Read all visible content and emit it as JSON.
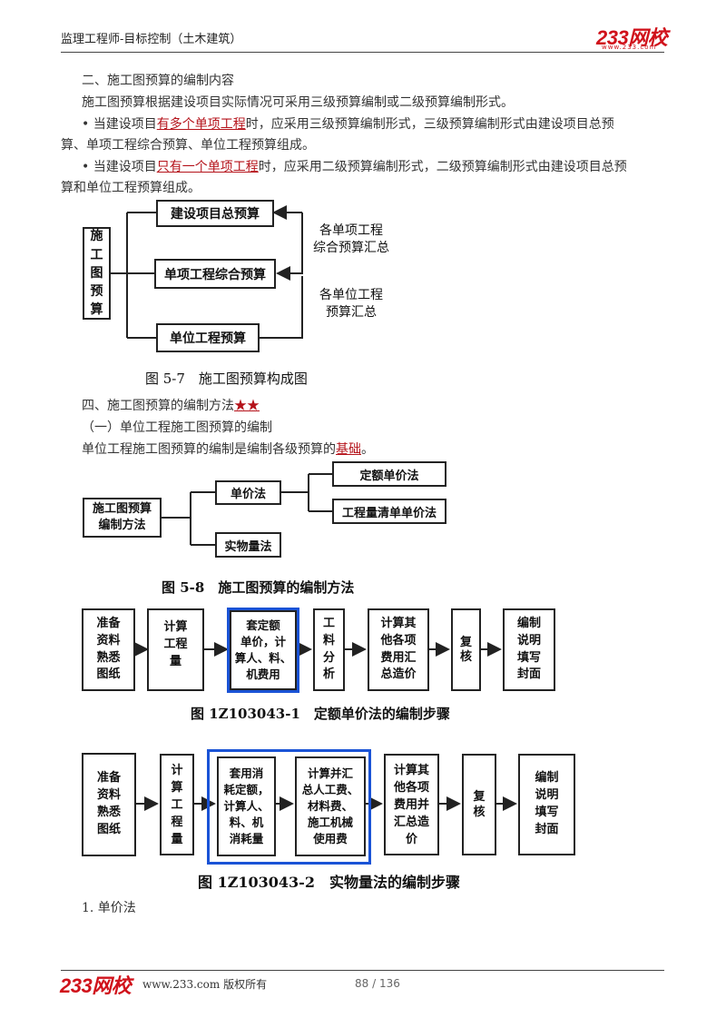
{
  "header": {
    "title": "监理工程师-目标控制（土木建筑）",
    "brand": "233网校",
    "brand_url": "www.233.com"
  },
  "section2": {
    "heading": "二、施工图预算的编制内容",
    "intro": "施工图预算根据建设项目实际情况可采用三级预算编制或二级预算编制形式。",
    "bullet1_pre": "• 当建设项目",
    "bullet1_hl": "有多个单项工程",
    "bullet1_post": "时，应采用三级预算编制形式，三级预算编制形式由建设项目总预",
    "bullet1_line2": "算、单项工程综合预算、单位工程预算组成。",
    "bullet2_pre": "• 当建设项目",
    "bullet2_hl": "只有一个单项工程",
    "bullet2_post": "时，应采用二级预算编制形式，二级预算编制形式由建设项目总预",
    "bullet2_line2": "算和单位工程预算组成。"
  },
  "fig57": {
    "left_chars": [
      "施",
      "工",
      "图",
      "预",
      "算"
    ],
    "box_top": "建设项目总预算",
    "box_mid": "单项工程综合预算",
    "box_bot": "单位工程预算",
    "label_upper_1": "各单项工程",
    "label_upper_2": "综合预算汇总",
    "label_lower_1": "各单位工程",
    "label_lower_2": "预算汇总",
    "caption": "图 5-7　施工图预算构成图"
  },
  "section4": {
    "heading_text": "四、施工图预算的编制方法",
    "heading_stars": "★★",
    "sub1": "（一）单位工程施工图预算的编制",
    "line_pre": "单位工程施工图预算的编制是编制各级预算的",
    "line_hl": "基础",
    "line_post": "。"
  },
  "fig58": {
    "root_1": "施工图预算",
    "root_2": "编制方法",
    "unit_price": "单价法",
    "physical": "实物量法",
    "quota": "定额单价法",
    "bill": "工程量清单单价法",
    "caption": "图 5-8　施工图预算的编制方法"
  },
  "flow1": {
    "steps": [
      [
        "准备",
        "资料",
        "熟悉",
        "图纸"
      ],
      [
        "计算",
        "工程",
        "量"
      ],
      [
        "套定额",
        "单价，计",
        "算人、料、",
        "机费用"
      ],
      [
        "工",
        "料",
        "分",
        "析"
      ],
      [
        "计算其",
        "他各项",
        "费用汇",
        "总造价"
      ],
      [
        "复",
        "核"
      ],
      [
        "编制",
        "说明",
        "填写",
        "封面"
      ]
    ],
    "caption": "图 1Z103043-1　定额单价法的编制步骤"
  },
  "flow2": {
    "steps": [
      [
        "准备",
        "资料",
        "熟悉",
        "图纸"
      ],
      [
        "计",
        "算",
        "工",
        "程",
        "量"
      ],
      [
        "套用消",
        "耗定额，",
        "计算人、",
        "料、机",
        "消耗量"
      ],
      [
        "计算并汇",
        "总人工费、",
        "材料费、",
        "施工机械",
        "使用费"
      ],
      [
        "计算其",
        "他各项",
        "费用并",
        "汇总造",
        "价"
      ],
      [
        "复",
        "核"
      ],
      [
        "编制",
        "说明",
        "填写",
        "封面"
      ]
    ],
    "caption": "图 1Z103043-2　实物量法的编制步骤"
  },
  "subsection": {
    "item1": "1. 单价法"
  },
  "footer": {
    "brand": "233网校",
    "text": "www.233.com 版权所有",
    "page": "88 / 136"
  },
  "colors": {
    "brand_red": "#d0121b",
    "highlight_red": "#b5131b",
    "frame_blue": "#1a53d6"
  }
}
